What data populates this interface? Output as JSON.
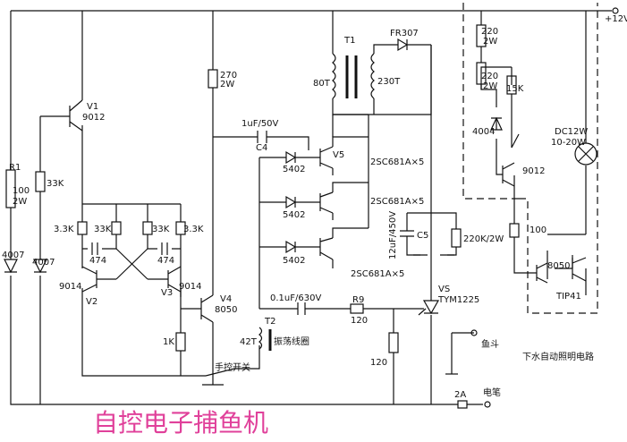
{
  "diagram": {
    "title": "自控电子捕鱼机",
    "labels": {
      "power": "+12V",
      "v1_name": "V1",
      "v1_part": "9012",
      "r1_name": "R1",
      "r1_val": "100",
      "r1_pow": "2W",
      "r_33k_left": "33K",
      "d_4007_a": "4007",
      "d_4007_b": "4007",
      "r_33k_1": "3.3K",
      "r_33k_2": "33K",
      "r_33k_3": "33K",
      "r_33k_4": "3.3K",
      "c_474_a": "474",
      "c_474_b": "474",
      "v2_part": "9014",
      "v2_name": "V2",
      "v3_name": "V3",
      "v3_part": "9014",
      "v4_name": "V4",
      "v4_part": "8050",
      "r_1k": "1K",
      "switch": "手控开关",
      "r_270": "270",
      "r_270_pow": "2W",
      "c4_val": "1uF/50V",
      "c4_name": "C4",
      "d_5402_a": "5402",
      "d_5402_b": "5402",
      "d_5402_c": "5402",
      "v5_name": "V5",
      "q_a": "2SC681A×5",
      "q_b": "2SC681A×5",
      "q_c": "2SC681A×5",
      "t1_name": "T1",
      "t1_pri": "80T",
      "t1_sec": "230T",
      "fr307": "FR307",
      "c5_val": "12uF/450V",
      "c5_name": "C5",
      "r_220k": "220K/2W",
      "c_01uf": "0.1uF/630V",
      "r9_name": "R9",
      "r9_val": "120",
      "t2_name": "T2",
      "t2_turns": "42T",
      "t2_desc": "振荡线圈",
      "vs_name": "VS",
      "vs_part": "TYM1225",
      "r_120": "120",
      "r_220_a": "220",
      "r_220_a_pow": "2W",
      "r_220_b": "220",
      "r_220_b_pow": "2W",
      "r_15k": "15K",
      "d_4004": "4004",
      "lamp_rating": "DC12W",
      "lamp_power": "10-20W",
      "q_9012": "9012",
      "r_100": "100",
      "q_8050": "8050",
      "q_tip41": "TIP41",
      "fish": "鱼斗",
      "light_circuit": "下水自动照明电路",
      "fuse": "2A",
      "pen": "电笔"
    }
  }
}
